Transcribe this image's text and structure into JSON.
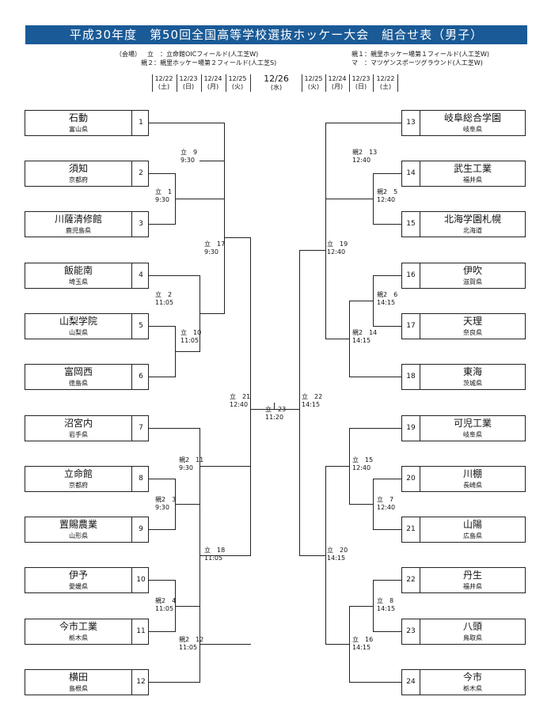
{
  "title": "平成30年度　第50回全国高等学校選抜ホッケー大会　組合せ表（男子）",
  "venues": {
    "label": "（会場）",
    "items": [
      "立　：立命館OICフィールド(人工芝W)",
      "親２：親里ホッケー場第２フィールド(人工芝S)",
      "親１：親里ホッケー場第１フィールド(人工芝W)",
      "マ　：マツゲンスポーツグラウンド(人工芝W)"
    ]
  },
  "dates": {
    "left": [
      {
        "date": "12/22",
        "day": "(土)"
      },
      {
        "date": "12/23",
        "day": "(日)"
      },
      {
        "date": "12/24",
        "day": "(月)"
      },
      {
        "date": "12/25",
        "day": "(火)"
      }
    ],
    "center": {
      "date": "12/26",
      "day": "(水)"
    },
    "right": [
      {
        "date": "12/25",
        "day": "(火)"
      },
      {
        "date": "12/24",
        "day": "(月)"
      },
      {
        "date": "12/23",
        "day": "(日)"
      },
      {
        "date": "12/22",
        "day": "(土)"
      }
    ]
  },
  "left_teams": [
    {
      "no": "1",
      "name": "石動",
      "pref": "富山県"
    },
    {
      "no": "2",
      "name": "須知",
      "pref": "京都府"
    },
    {
      "no": "3",
      "name": "川薩清修館",
      "pref": "鹿児島県"
    },
    {
      "no": "4",
      "name": "飯能南",
      "pref": "埼玉県"
    },
    {
      "no": "5",
      "name": "山梨学院",
      "pref": "山梨県"
    },
    {
      "no": "6",
      "name": "富岡西",
      "pref": "徳島県"
    },
    {
      "no": "7",
      "name": "沼宮内",
      "pref": "岩手県"
    },
    {
      "no": "8",
      "name": "立命館",
      "pref": "京都府"
    },
    {
      "no": "9",
      "name": "置賜農業",
      "pref": "山形県"
    },
    {
      "no": "10",
      "name": "伊予",
      "pref": "愛媛県"
    },
    {
      "no": "11",
      "name": "今市工業",
      "pref": "栃木県"
    },
    {
      "no": "12",
      "name": "横田",
      "pref": "島根県"
    }
  ],
  "right_teams": [
    {
      "no": "13",
      "name": "岐阜総合学園",
      "pref": "岐阜県"
    },
    {
      "no": "14",
      "name": "武生工業",
      "pref": "福井県"
    },
    {
      "no": "15",
      "name": "北海学園札幌",
      "pref": "北海道"
    },
    {
      "no": "16",
      "name": "伊吹",
      "pref": "滋賀県"
    },
    {
      "no": "17",
      "name": "天理",
      "pref": "奈良県"
    },
    {
      "no": "18",
      "name": "東海",
      "pref": "茨城県"
    },
    {
      "no": "19",
      "name": "可児工業",
      "pref": "岐阜県"
    },
    {
      "no": "20",
      "name": "川棚",
      "pref": "長崎県"
    },
    {
      "no": "21",
      "name": "山陽",
      "pref": "広島県"
    },
    {
      "no": "22",
      "name": "丹生",
      "pref": "福井県"
    },
    {
      "no": "23",
      "name": "八頭",
      "pref": "鳥取県"
    },
    {
      "no": "24",
      "name": "今市",
      "pref": "栃木県"
    }
  ],
  "matches": {
    "m1": {
      "label": "立　1",
      "time": "9:30"
    },
    "m2": {
      "label": "立　2",
      "time": "11:05"
    },
    "m3": {
      "label": "親2　3",
      "time": "9:30"
    },
    "m4": {
      "label": "親2　4",
      "time": "11:05"
    },
    "m5": {
      "label": "親2　5",
      "time": "12:40"
    },
    "m6": {
      "label": "親2　6",
      "time": "14:15"
    },
    "m7": {
      "label": "立　7",
      "time": "12:40"
    },
    "m8": {
      "label": "立　8",
      "time": "14:15"
    },
    "m9": {
      "label": "立　9",
      "time": "9:30"
    },
    "m10": {
      "label": "立　10",
      "time": "11:05"
    },
    "m11": {
      "label": "親2　11",
      "time": "9:30"
    },
    "m12": {
      "label": "親2　12",
      "time": "11:05"
    },
    "m13": {
      "label": "親2　13",
      "time": "12:40"
    },
    "m14": {
      "label": "親2　14",
      "time": "14:15"
    },
    "m15": {
      "label": "立　15",
      "time": "12:40"
    },
    "m16": {
      "label": "立　16",
      "time": "14:15"
    },
    "m17": {
      "label": "立　17",
      "time": "9:30"
    },
    "m18": {
      "label": "立　18",
      "time": "11:05"
    },
    "m19": {
      "label": "立　19",
      "time": "12:40"
    },
    "m20": {
      "label": "立　20",
      "time": "14:15"
    },
    "m21": {
      "label": "立　21",
      "time": "12:40"
    },
    "m22": {
      "label": "立　22",
      "time": "14:15"
    },
    "m23": {
      "label": "立　23",
      "time": "11:20"
    }
  }
}
